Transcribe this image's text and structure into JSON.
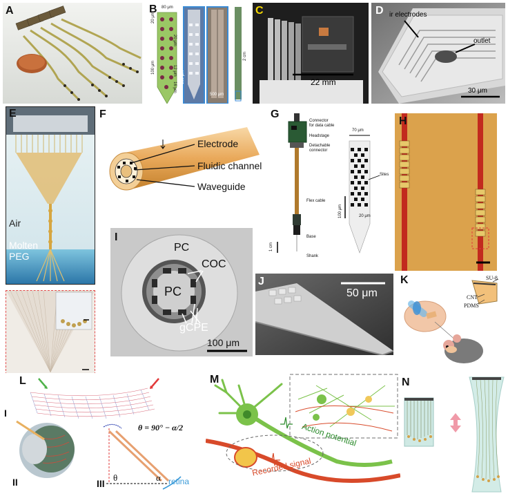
{
  "panels": {
    "A": {
      "label": "A"
    },
    "B": {
      "label": "B",
      "dims": [
        "80 μm",
        "20 μm",
        "20 μm",
        "100 μm",
        "12 μm",
        "16 μm",
        "150 μm",
        "500 μm",
        "2 cm"
      ]
    },
    "C": {
      "label": "C",
      "scale": "22 mm"
    },
    "D": {
      "label": "D",
      "ann1": "ir electrodes",
      "ann2": "outlet",
      "scale": "30 μm"
    },
    "E": {
      "label": "E",
      "air": "Air",
      "peg1": "Molten",
      "peg2": "PEG"
    },
    "F": {
      "label": "F",
      "electrode": "Electrode",
      "fluidic": "Fluidic channel",
      "waveguide": "Waveguide"
    },
    "G": {
      "label": "G",
      "connector1": "Connector",
      "connector2": "for data cable",
      "headstage": "Headstage",
      "detach1": "Detachable",
      "detach2": "connector",
      "flex": "Flex cable",
      "base": "Base",
      "shank": "Shank",
      "cm": "1 cm",
      "w70": "70 μm",
      "sites": "Sites",
      "h100": "100 μm",
      "s20": "20 μm"
    },
    "H": {
      "label": "H"
    },
    "I": {
      "label": "I",
      "pc1": "PC",
      "coc": "COC",
      "pc2": "PC",
      "gcpe": "gCPE",
      "scale": "100 μm"
    },
    "J": {
      "label": "J",
      "scale": "50 μm"
    },
    "K": {
      "label": "K",
      "su8": "SU-8",
      "cnt": "CNT",
      "pdms": "PDMS"
    },
    "L": {
      "label": "L",
      "sub1": "I",
      "sub2": "II",
      "sub3": "III",
      "formula": "θ = 90° − α/2",
      "theta": "θ",
      "alpha": "α",
      "retina": "retina"
    },
    "M": {
      "label": "M",
      "ap": "Action potential",
      "rec": "Recorded signal"
    },
    "N": {
      "label": "N"
    }
  }
}
